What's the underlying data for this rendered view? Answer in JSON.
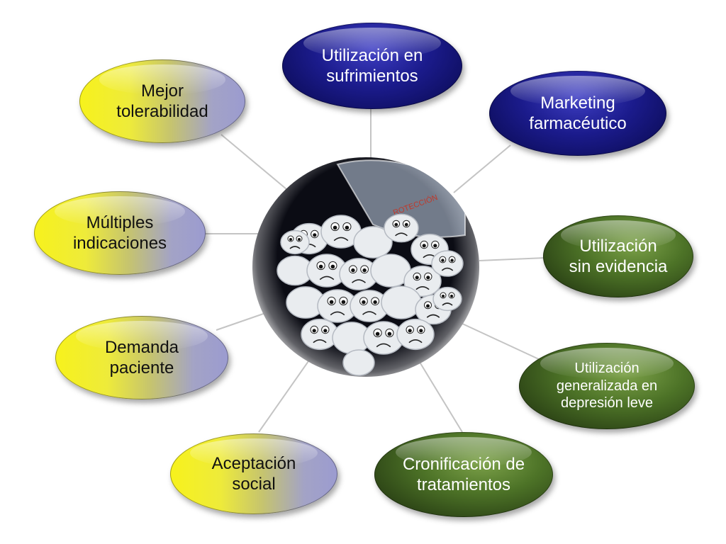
{
  "center_image": {
    "description_icon": "spilled-sad-face-pills-image",
    "bottle_label": "ROTECCIÓN"
  },
  "nodes": {
    "utilizacion_sufrimientos": "Utilización en\nsufrimientos",
    "marketing": "Marketing\nfarmacéutico",
    "sin_evidencia": "Utilización\nsin evidencia",
    "depresion_leve": "Utilización\ngeneralizada en\ndepresión leve",
    "cronificacion": "Cronificación de\ntratamientos",
    "aceptacion": "Aceptación\nsocial",
    "demanda": "Demanda\npaciente",
    "multiples": "Múltiples\nindicaciones",
    "tolerabilidad": "Mejor\ntolerabilidad"
  },
  "colors": {
    "yellow_start": "#f7f21c",
    "yellow_end": "#9b9bd0",
    "blue": "#1b1b8c",
    "green": "#4d7327",
    "connector": "#c8c8c8"
  }
}
